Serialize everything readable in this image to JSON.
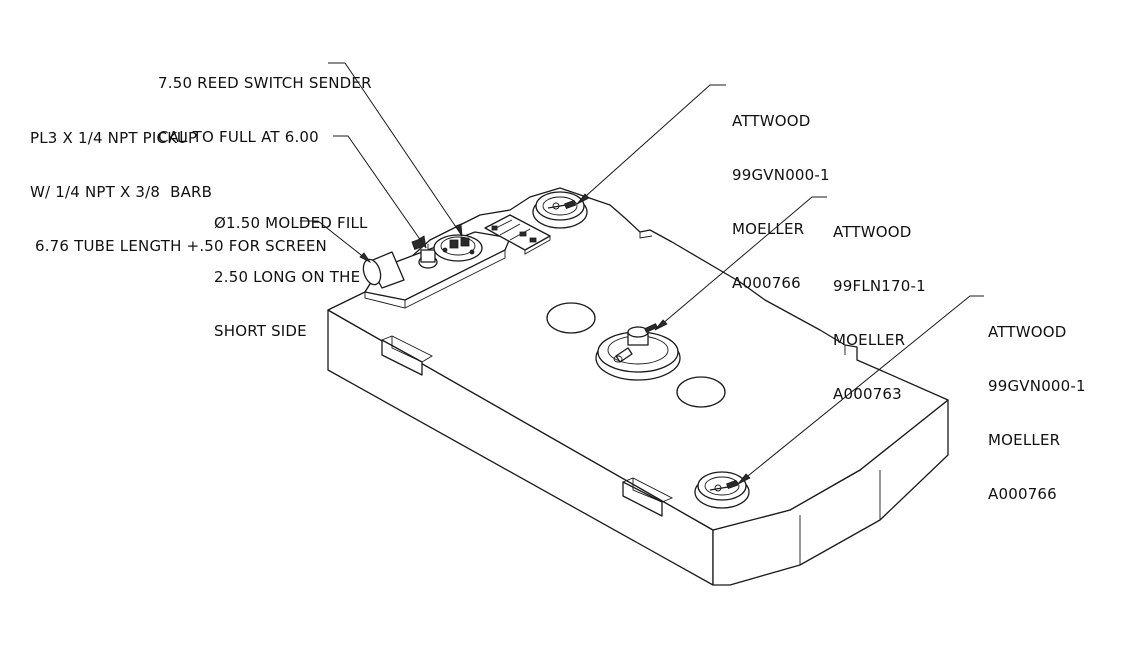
{
  "callouts": {
    "reed_sender": [
      "7.50 REED SWITCH SENDER",
      "CAL TO FULL AT 6.00"
    ],
    "pickup": [
      "PL3 X 1/4 NPT PICKUP",
      "W/ 1/4 NPT X 3/8  BARB",
      " 6.76 TUBE LENGTH +.50 FOR SCREEN"
    ],
    "fill": [
      "Ø1.50 MOLDED FILL",
      "2.50 LONG ON THE",
      "SHORT SIDE"
    ],
    "vent_top": [
      "ATTWOOD",
      "99GVN000-1",
      "MOELLER",
      "A000766"
    ],
    "fuel_fitting": [
      "ATTWOOD",
      "99FLN170-1",
      "MOELLER",
      "A000763"
    ],
    "vent_bottom": [
      "ATTWOOD",
      "99GVN000-1",
      "MOELLER",
      "A000766"
    ]
  }
}
